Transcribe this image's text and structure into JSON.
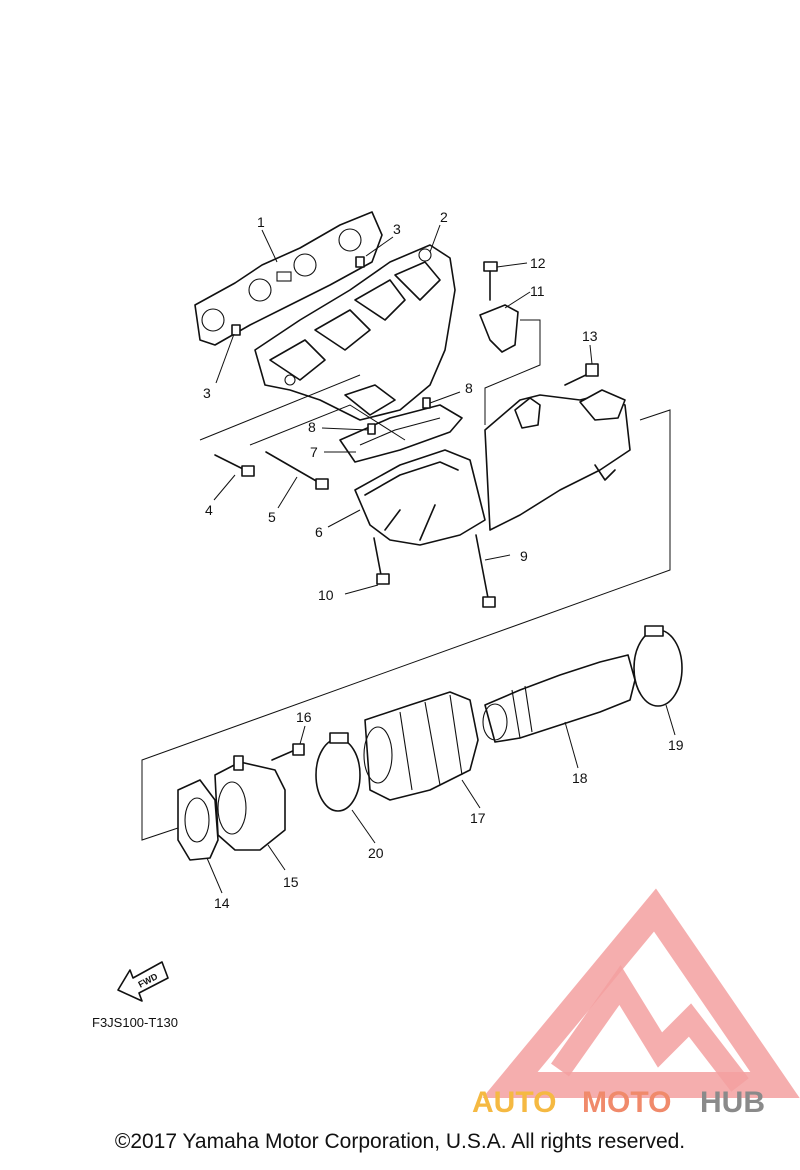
{
  "diagram": {
    "callouts": [
      "1",
      "2",
      "3",
      "3",
      "4",
      "5",
      "6",
      "7",
      "8",
      "8",
      "9",
      "10",
      "11",
      "12",
      "13",
      "14",
      "15",
      "16",
      "17",
      "18",
      "19",
      "20"
    ],
    "fwd_label": "FWD",
    "drawing_code": "F3JS100-T130"
  },
  "logo": {
    "text_auto": "AUTO",
    "text_moto": "MOTO",
    "text_hub": "HUB",
    "colors": {
      "triangle": "#f08080",
      "auto": "#f5b942",
      "moto": "#f08a6b",
      "hub": "#8a8a8a"
    }
  },
  "footer": {
    "copyright": "©2017 Yamaha Motor Corporation, U.S.A. All rights reserved."
  }
}
